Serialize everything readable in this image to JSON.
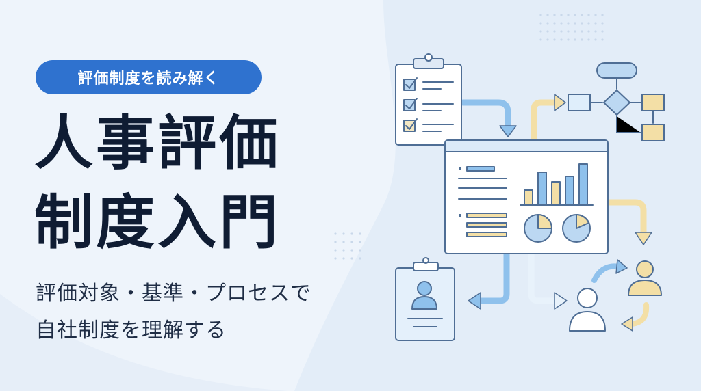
{
  "badge": {
    "label": "評価制度を読み解く"
  },
  "title": {
    "line1": "人事評価",
    "line2": "制度入門"
  },
  "subtitle": {
    "line1": "評価対象・基準・プロセスで",
    "line2": "自社制度を理解する"
  },
  "colors": {
    "accent": "#2f72cf",
    "title": "#0f1c33",
    "illustration_blue": "#8fc1ec",
    "illustration_yellow": "#f3dfa6",
    "outline": "#4f6e95",
    "background": "#eef4fb"
  },
  "illustration": {
    "icons": [
      "clipboard-checklist-icon",
      "dashboard-window-icon",
      "flowchart-icon",
      "id-card-icon",
      "people-cycle-icon"
    ]
  }
}
